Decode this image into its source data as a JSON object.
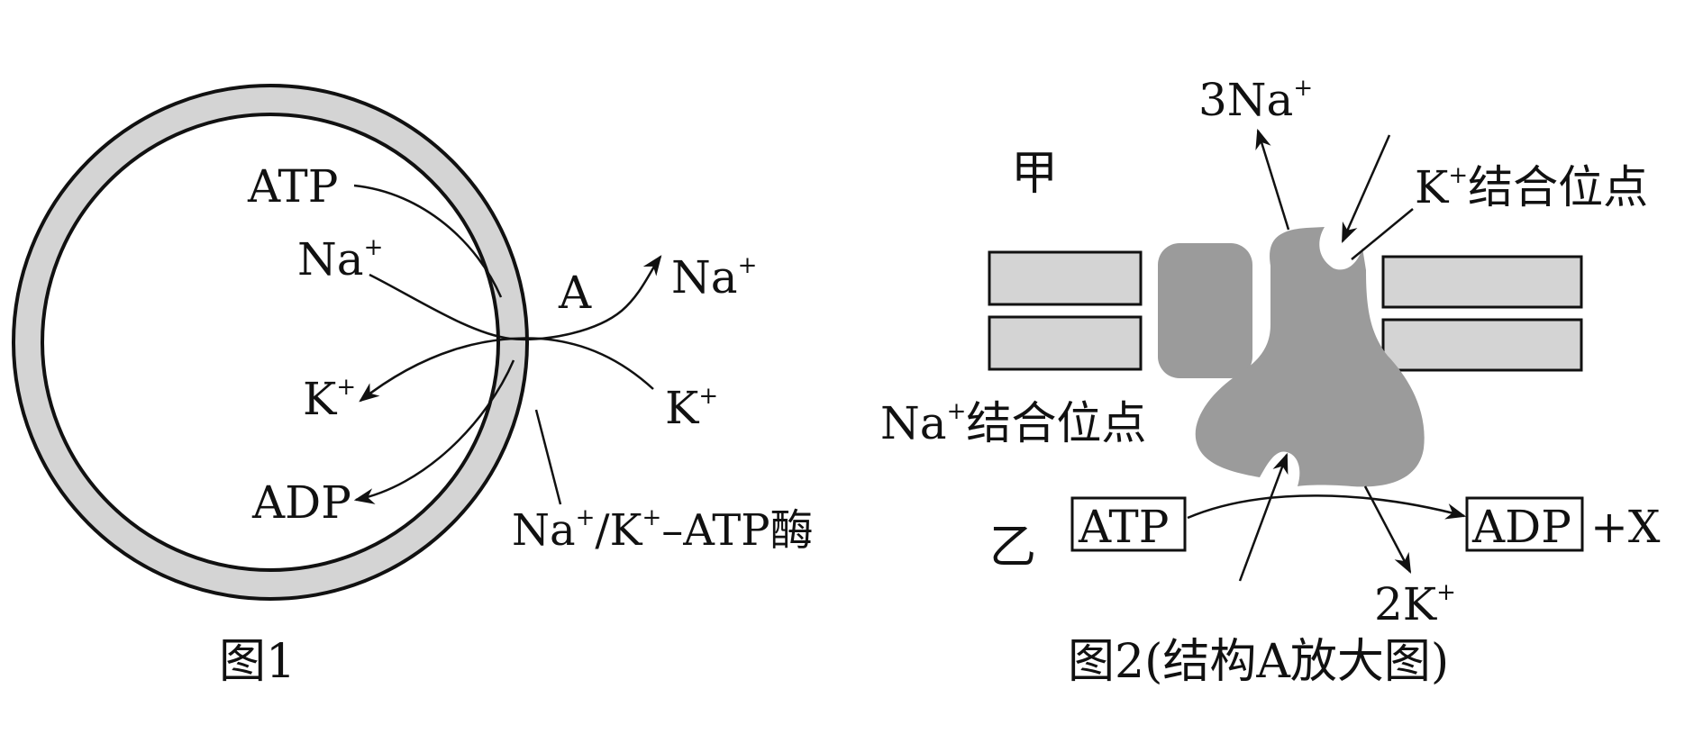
{
  "figure1": {
    "caption": "图1",
    "atp": "ATP",
    "na_in": "Na",
    "na_out": "Na",
    "k_in": "K",
    "k_out": "K",
    "adp": "ADP",
    "structure_a": "A",
    "enzyme_na": "Na",
    "enzyme_slash": "/K",
    "enzyme_name": "–ATP酶",
    "plus": "+"
  },
  "figure2": {
    "caption": "图2(结构A放大图)",
    "side_top": "甲",
    "side_bottom": "乙",
    "na_released": "3Na",
    "k_site_prefix": "K",
    "k_site_suffix": "结合位点",
    "na_site_prefix": "Na",
    "na_site_suffix": "结合位点",
    "atp": "ATP",
    "adp": "ADP",
    "plus_x": "+X",
    "k_taken": "2K",
    "plus": "+"
  },
  "colors": {
    "membrane": "#d4d4d4",
    "protein": "#9b9b9b",
    "line": "#111111"
  }
}
